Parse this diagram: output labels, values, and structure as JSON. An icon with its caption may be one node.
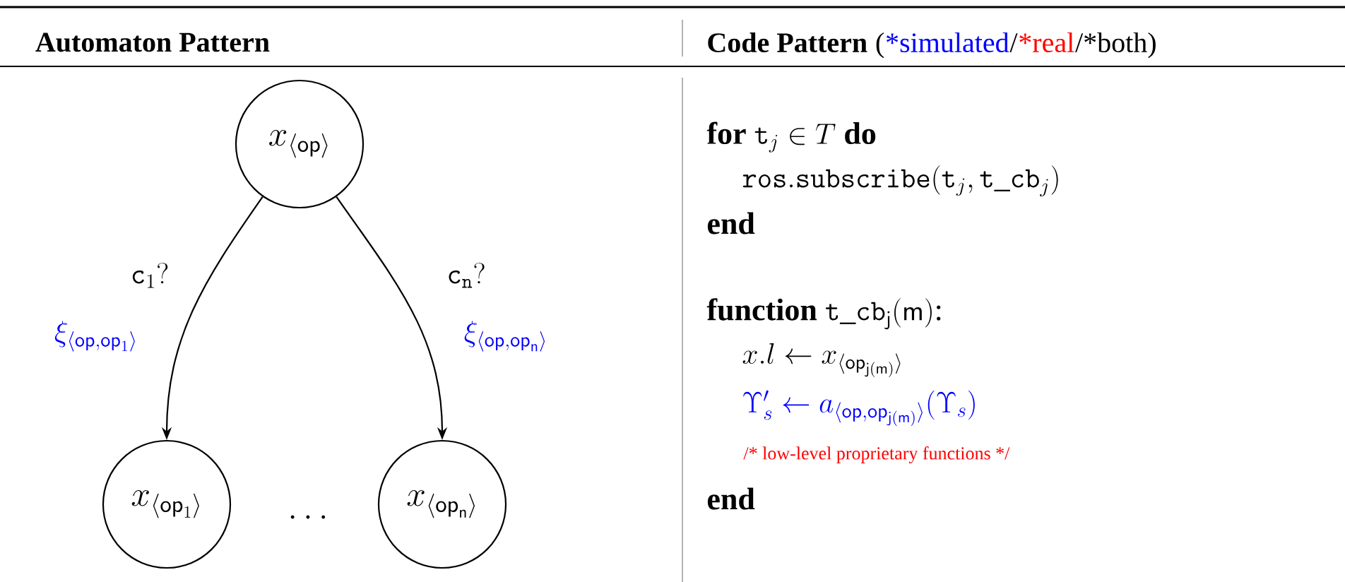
{
  "diagram": {
    "nodes": [
      {
        "text": [
          "x_{\\langle\\mathsf{op}\\rangle}"
        ]
      },
      {
        "text": [
          "x_{\\langle\\mathsf{op}_1\\rangle}"
        ]
      },
      {
        "text": [
          "x_{\\langle\\mathsf{op}_\\mathsf{n}\\rangle}"
        ]
      }
    ],
    "edges": [
      {
        "from": 0,
        "to": 1,
        "arrow": "to",
        "label": "\\mathtt{c}_1?"
      },
      {
        "from": 0,
        "to": 2,
        "arrow": "to",
        "label": "\\mathtt{c}_\\mathtt{n}?"
      }
    ],
    "labels": [
      "Automaton Pattern",
      "Code Pattern",
      "(",
      "*simulated",
      "/",
      "*real",
      "/*both)",
      "\\xi_{\\langle\\mathsf{op},\\mathsf{op}_1\\rangle}",
      "\\xi_{\\langle\\mathsf{op},\\mathsf{op}_\\mathsf{n}\\rangle}",
      "\\ldots",
      "\\textbf{for}\\ \\mathtt{t}_j\\in T\\ \\textbf{do}",
      "\\mathtt{ros.subscribe}(\\mathtt{t}_j,\\mathtt{t\\_cb}_j)",
      "\\textbf{end}",
      "\\textbf{function}\\ \\mathtt{t\\_cb}_\\mathsf{j}(\\mathsf{m})\\textrm{:}",
      "x.l\\leftarrow x_{\\langle\\mathsf{op}_{\\mathsf{j(m)}}\\rangle}",
      "\\Upsilon'_s\\leftarrow a_{\\langle\\mathsf{op},\\mathsf{op}_{\\mathsf{j(m)}}\\rangle}(\\Upsilon_s)",
      "/* low-level proprietary functions */",
      "\\textbf{end}"
    ]
  }
}
